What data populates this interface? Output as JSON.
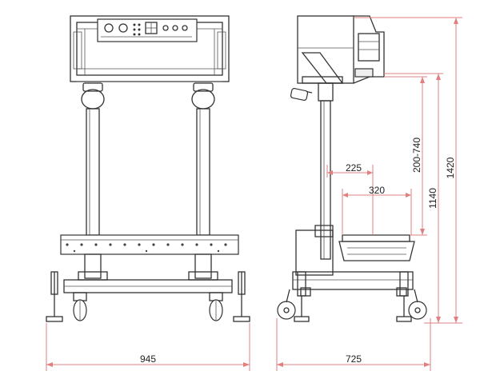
{
  "dimensions": {
    "front_width": "945",
    "side_depth": "725",
    "height_range": "200-740",
    "height_1140": "1140",
    "height_1420": "1420",
    "offset_225": "225",
    "offset_320": "320"
  },
  "colors": {
    "dimension_line": "#e08080",
    "outline": "#333333",
    "text": "#222222"
  }
}
